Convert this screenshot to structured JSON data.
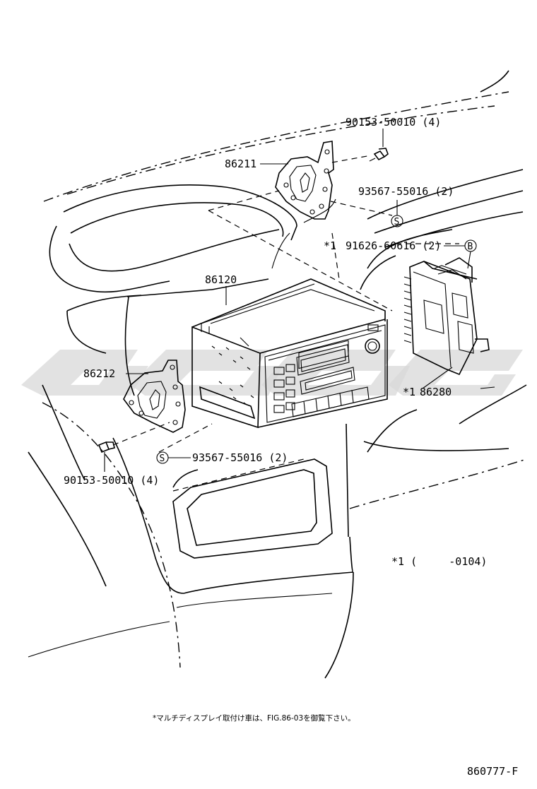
{
  "callouts": {
    "bolt_top": "90153-50010 (4)",
    "bracket_upper": "86211",
    "washer_top": "93567-55016 (2)",
    "nut_star": "*1",
    "nut": "91626-60616 (2)",
    "radio": "86120",
    "bracket_lower": "86212",
    "amp_star": "*1",
    "amp": "86280",
    "washer_bottom": "93567-55016 (2)",
    "bolt_bottom": "90153-50010 (4)"
  },
  "symbols": {
    "washer": "S",
    "nut": "B"
  },
  "footnote": {
    "applicability": "*1 (     -0104)",
    "japanese_note": "*マルチディスプレイ取付け車は、FIG.86-03を御覧下さい。"
  },
  "figure_number": "860777-F"
}
